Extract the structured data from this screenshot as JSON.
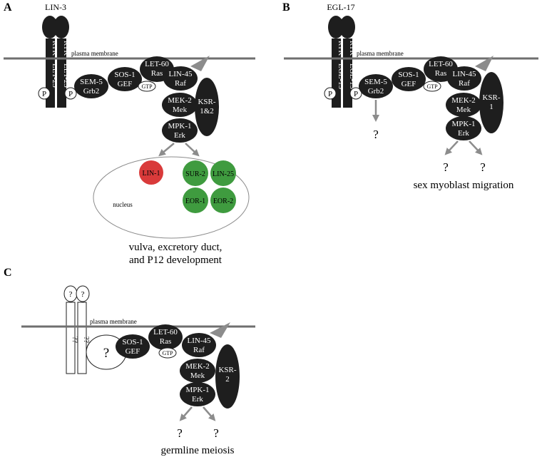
{
  "panels": {
    "a": {
      "letter": "A",
      "ligand": "LIN-3",
      "receptor": "LET-23",
      "rtk": "RTK",
      "membrane": "plasma membrane",
      "phospho": "P",
      "adaptor": [
        "SEM-5",
        "Grb2"
      ],
      "gef": [
        "SOS-1",
        "GEF"
      ],
      "ras": [
        "LET-60",
        "Ras"
      ],
      "gtp": "GTP",
      "raf": [
        "LIN-45",
        "Raf"
      ],
      "mek": [
        "MEK-2",
        "Mek"
      ],
      "erk": [
        "MPK-1",
        "Erk"
      ],
      "ksr": [
        "KSR-",
        "1&2"
      ],
      "nucleus": "nucleus",
      "factors": [
        "LIN-1",
        "SUR-2",
        "LIN-25",
        "EOR-1",
        "EOR-2"
      ],
      "outcome": [
        "vulva, excretory duct,",
        "and P12 development"
      ]
    },
    "b": {
      "letter": "B",
      "ligand": "EGL-17",
      "receptor": "EGL-15",
      "rtk": "RTK",
      "membrane": "plasma membrane",
      "phospho": "P",
      "adaptor": [
        "SEM-5",
        "Grb2"
      ],
      "gef": [
        "SOS-1",
        "GEF"
      ],
      "ras": [
        "LET-60",
        "Ras"
      ],
      "gtp": "GTP",
      "raf": [
        "LIN-45",
        "Raf"
      ],
      "mek": [
        "MEK-2",
        "Mek"
      ],
      "erk": [
        "MPK-1",
        "Erk"
      ],
      "ksr": [
        "KSR-",
        "1"
      ],
      "unknown": "?",
      "outcome": "sex myoblast migration"
    },
    "c": {
      "letter": "C",
      "ligand_unknown": "?",
      "receptor_unknown": "??",
      "membrane": "plasma membrane",
      "adaptor_unknown": "?",
      "gef": [
        "SOS-1",
        "GEF"
      ],
      "ras": [
        "LET-60",
        "Ras"
      ],
      "gtp": "GTP",
      "raf": [
        "LIN-45",
        "Raf"
      ],
      "mek": [
        "MEK-2",
        "Mek"
      ],
      "erk": [
        "MPK-1",
        "Erk"
      ],
      "ksr": [
        "KSR-",
        "2"
      ],
      "unknown": "?",
      "outcome": "germline meiosis"
    }
  },
  "colors": {
    "protein": "#1e1e1e",
    "membrane": "#6f6f6f",
    "arrow": "#8c8c8c",
    "repressor": "#d93a3a",
    "activator": "#3f9b3f"
  }
}
